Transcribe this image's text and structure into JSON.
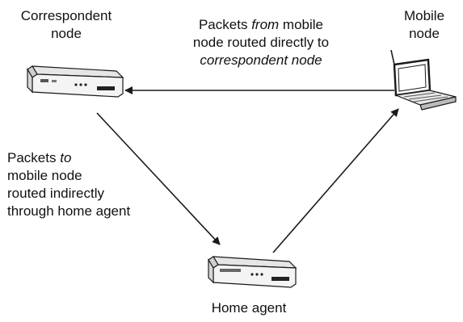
{
  "nodes": {
    "correspondent": {
      "label_line1": "Correspondent",
      "label_line2": "node"
    },
    "mobile": {
      "label_line1": "Mobile",
      "label_line2": "node"
    },
    "home_agent": {
      "label": "Home agent"
    }
  },
  "arrows": {
    "top": {
      "part1": "Packets",
      "part2": "from",
      "part3": "mobile",
      "line2": "node routed directly to",
      "line3": "correspondent node"
    },
    "left": {
      "line1a": "Packets",
      "line1b": "to",
      "line2": "mobile node",
      "line3": "routed indirectly",
      "line4": "through home agent"
    }
  },
  "colors": {
    "stroke": "#1a1a1a",
    "device_body": "#f4f4f4",
    "device_side": "#d8d8d8"
  }
}
